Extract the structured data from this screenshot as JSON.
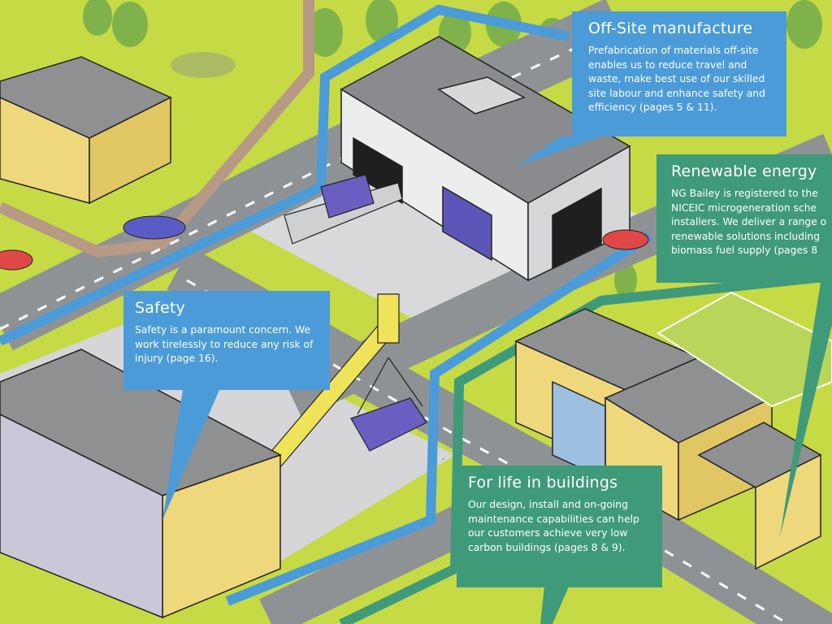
{
  "callouts": {
    "offsite": {
      "title": "Off-Site manufacture",
      "body": "Prefabrication of materials off-site enables us to reduce travel and waste, make best use of our skilled site labour and enhance safety and efficiency (pages 5 & 11)."
    },
    "renewable": {
      "title": "Renewable energy",
      "lines": [
        "NG Bailey is registered to the",
        "NICEIC microgeneration sche",
        "installers. We deliver a range o",
        "renewable solutions including",
        "biomass fuel supply (pages 8"
      ]
    },
    "safety": {
      "title": "Safety",
      "body": "Safety is a paramount concern. We work tirelessly to reduce any risk of injury (page 16)."
    },
    "life": {
      "title": "For life in buildings",
      "body": "Our design, install and on-going maintenance capabilities can help our customers achieve very low carbon buildings (pages 8 & 9)."
    }
  },
  "colors": {
    "blue": "#4b9bd8",
    "green": "#3f9a79",
    "grass": "#c5da45",
    "road": "#8e9295"
  }
}
